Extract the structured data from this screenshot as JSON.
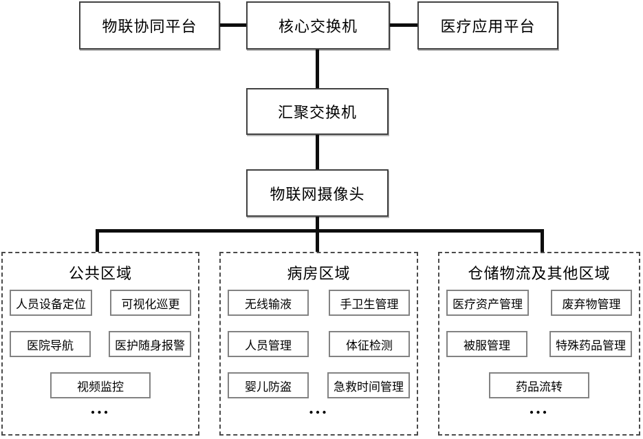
{
  "diagram": {
    "nodes": {
      "iot_platform": "物联协同平台",
      "core_switch": "核心交换机",
      "medical_platform": "医疗应用平台",
      "aggregation_switch": "汇聚交换机",
      "iot_camera": "物联网摄像头"
    },
    "regions": [
      {
        "title": "公共区域",
        "items": [
          "人员设备定位",
          "可视化巡更",
          "医院导航",
          "医护随身报警",
          "视频监控"
        ],
        "ellipsis": "..."
      },
      {
        "title": "病房区域",
        "items": [
          "无线输液",
          "手卫生管理",
          "人员管理",
          "体征检测",
          "婴儿防盗",
          "急救时间管理"
        ],
        "ellipsis": "..."
      },
      {
        "title": "仓储物流及其他区域",
        "items": [
          "医疗资产管理",
          "废弃物管理",
          "被服管理",
          "特殊药品管理",
          "药品流转"
        ],
        "ellipsis": "..."
      }
    ],
    "colors": {
      "background": "#ffffff",
      "text": "#000000",
      "connector": "#0d0d0d",
      "node_border": "#404040",
      "item_border": "#828282",
      "region_border": "#4a4a4a"
    }
  }
}
